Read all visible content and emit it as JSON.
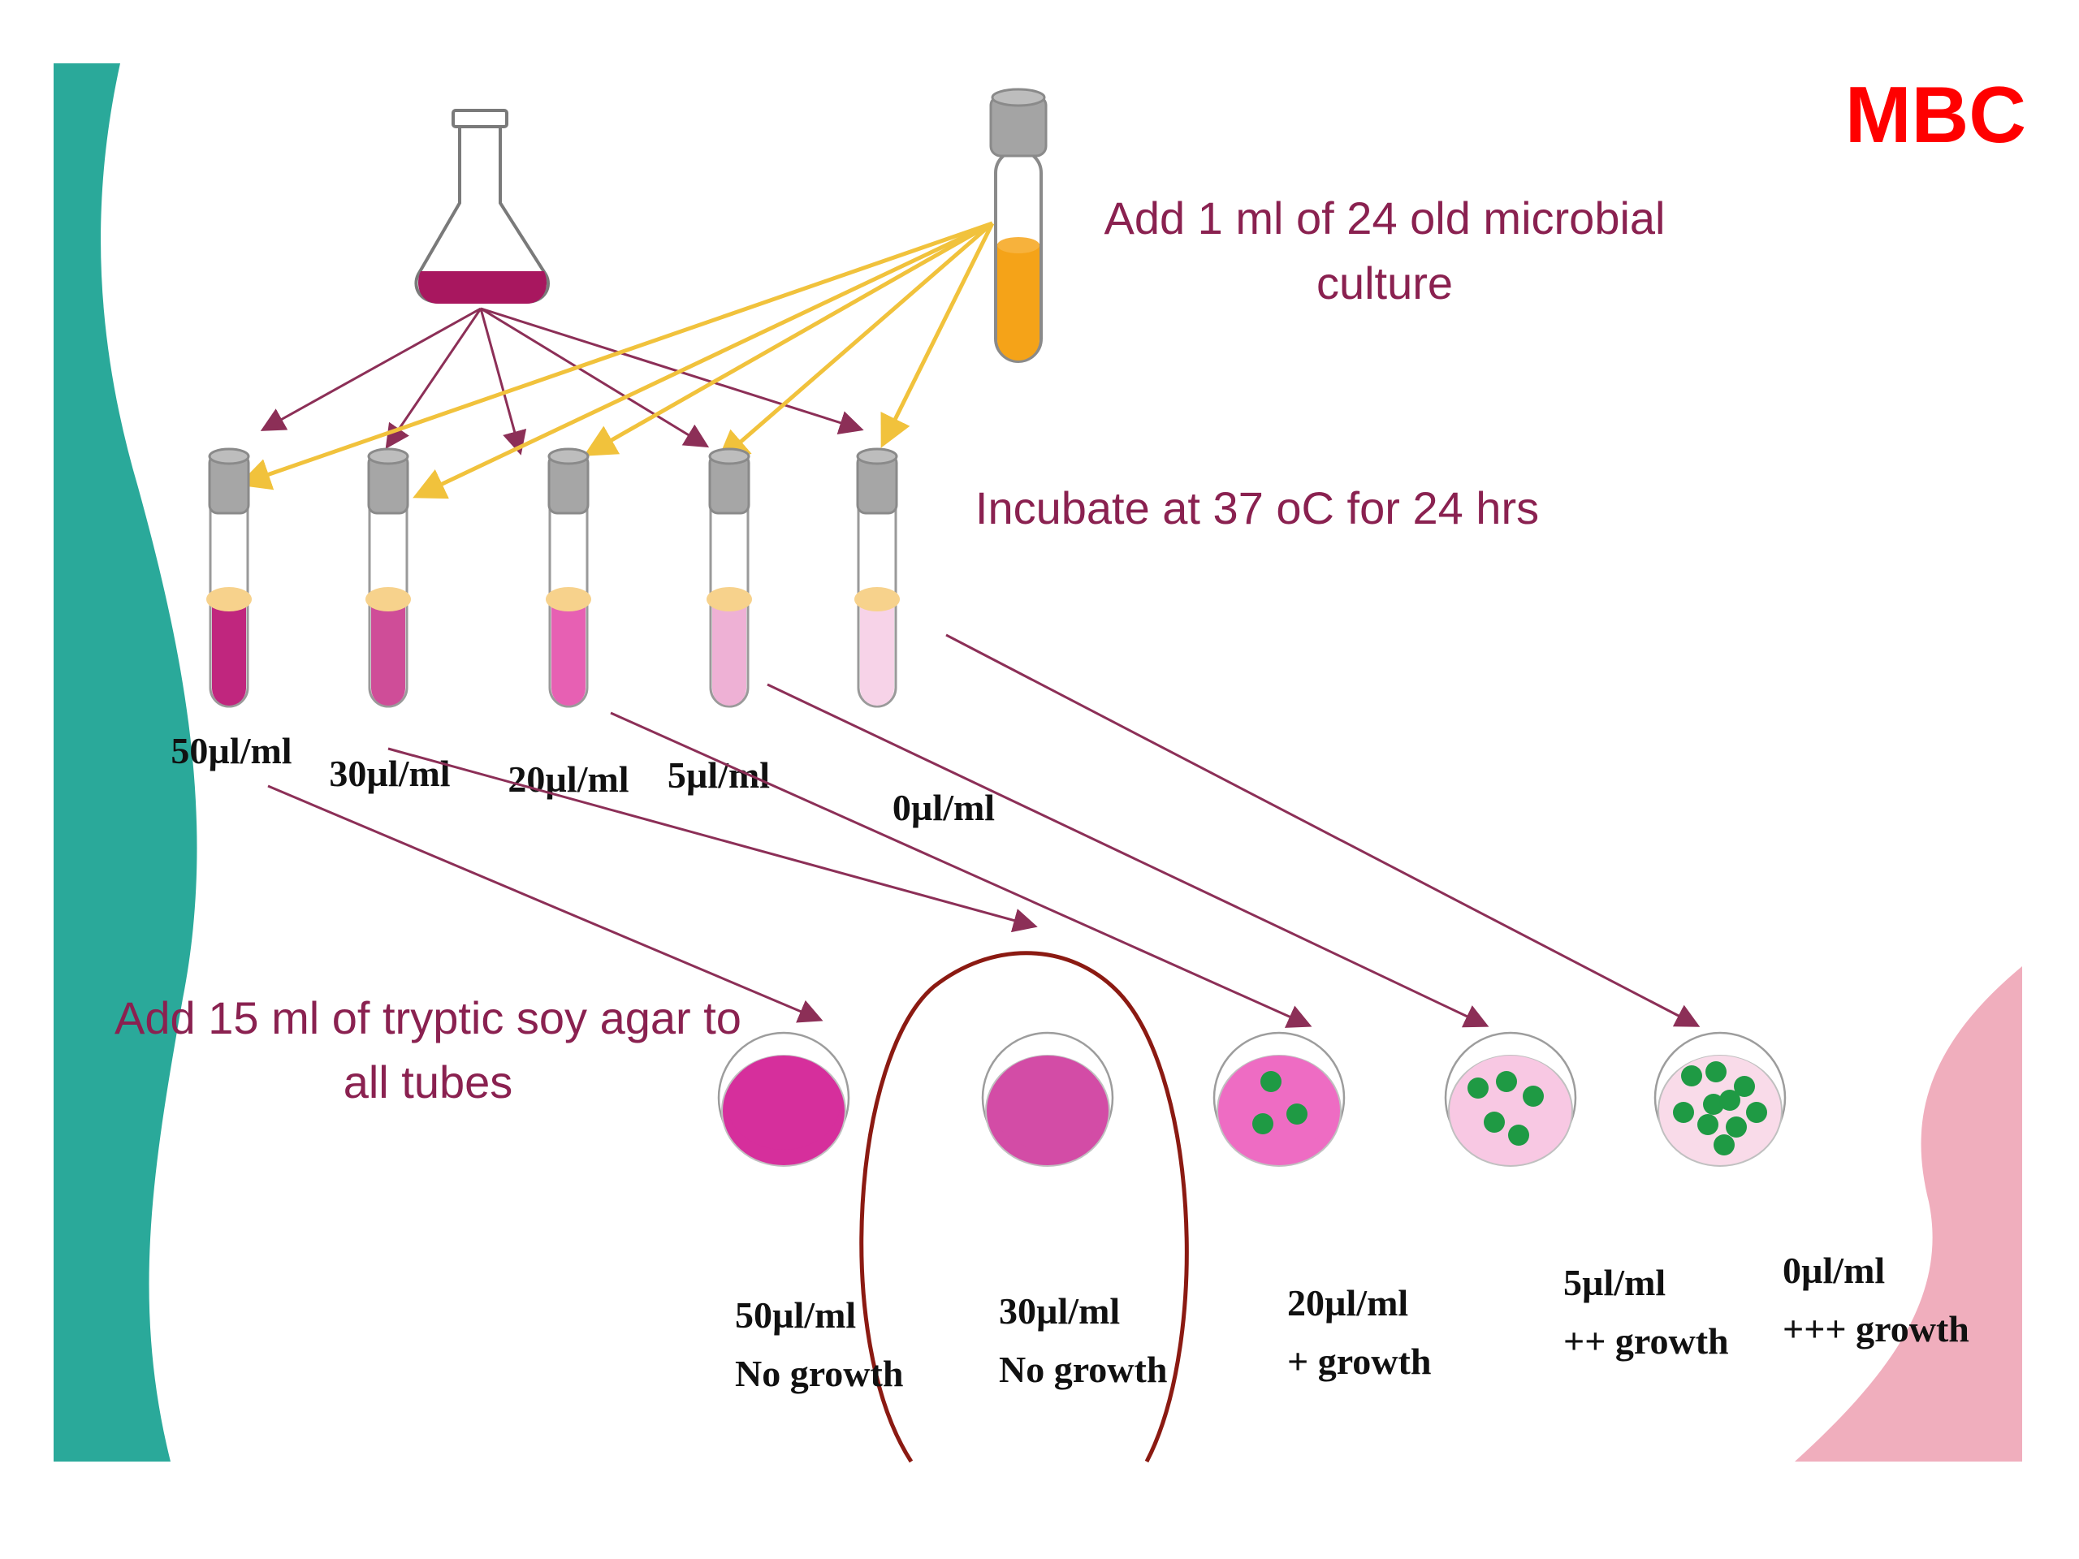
{
  "corner_label": "MBC",
  "step1_text": [
    "Add 1 ml of 24 old microbial",
    "culture"
  ],
  "step2_text": "Incubate at 37 oC for 24 hrs",
  "step3_text": [
    "Add 15 ml of tryptic soy agar to",
    "all tubes"
  ],
  "tubes": [
    {
      "label": "50µl/ml",
      "medium_color": "#c0267e"
    },
    {
      "label": "30µl/ml",
      "medium_color": "#cf4d98"
    },
    {
      "label": "20µl/ml",
      "medium_color": "#e760b3"
    },
    {
      "label": "5µl/ml",
      "medium_color": "#eeb1d5"
    },
    {
      "label": "0µl/ml",
      "medium_color": "#f7d3e8"
    }
  ],
  "plates": [
    {
      "conc": "50µl/ml",
      "result": "No growth",
      "colonies": 0,
      "color": "#d62f9c"
    },
    {
      "conc": "30µl/ml",
      "result": "No growth",
      "colonies": 0,
      "color": "#d34ca6"
    },
    {
      "conc": "20µl/ml",
      "result": "+ growth",
      "colonies": 3,
      "color": "#ee6cc3"
    },
    {
      "conc": "5µl/ml",
      "result": "++ growth",
      "colonies": 5,
      "color": "#f8c8e3"
    },
    {
      "conc": "0µl/ml",
      "result": "+++ growth",
      "colonies": 10,
      "color": "#f9dbe9"
    }
  ],
  "colors": {
    "accent_red": "#ff0000",
    "heading_text": "#8a2150",
    "arrow_purple": "#8c2f57",
    "arrow_yellow": "#f1c23c",
    "culture_orange": "#f5a318",
    "flask_medium": "#a8175f",
    "teal_band": "#2aa99a",
    "pink_corner": "#f0aebd",
    "colony_green": "#1f9a44",
    "highlight_ring": "#8b1a12"
  }
}
